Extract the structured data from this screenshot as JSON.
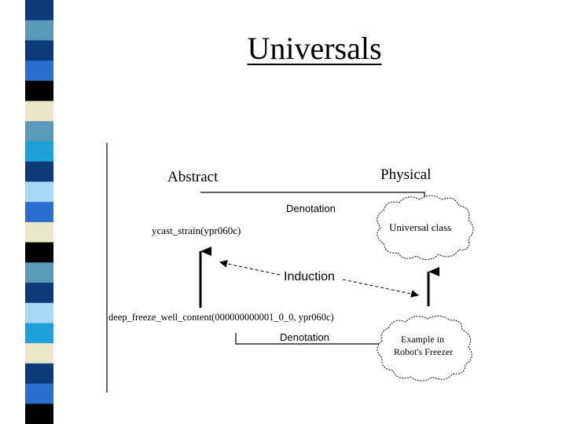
{
  "slide": {
    "title": "Universals",
    "stripe_colors": [
      "#0a3a78",
      "#5a9ab8",
      "#0a3a78",
      "#2a6fd0",
      "#000000",
      "#e8e8c8",
      "#5a9ab8",
      "#1ea0d8",
      "#0a3a78",
      "#a8d8f8",
      "#2a6fd0",
      "#e8e8c8",
      "#000000",
      "#5a9ab8",
      "#0a3a78",
      "#a8d8f8",
      "#1ea0d8",
      "#e8e8c8",
      "#0a3a78",
      "#2a6fd0",
      "#000000"
    ]
  },
  "diagram": {
    "abstract_label": "Abstract",
    "physical_label": "Physical",
    "denotation_top": "Denotation",
    "denotation_bottom": "Denotation",
    "induction_label": "Induction",
    "universal_term": "ycast_strain(ypr060c)",
    "instance_term": "deep_freeze_well_content(000000000001_0_0, ypr060c)",
    "universal_class_label": "Universal class",
    "example_line1": "Example in",
    "example_line2": "Robot's Freezer"
  }
}
